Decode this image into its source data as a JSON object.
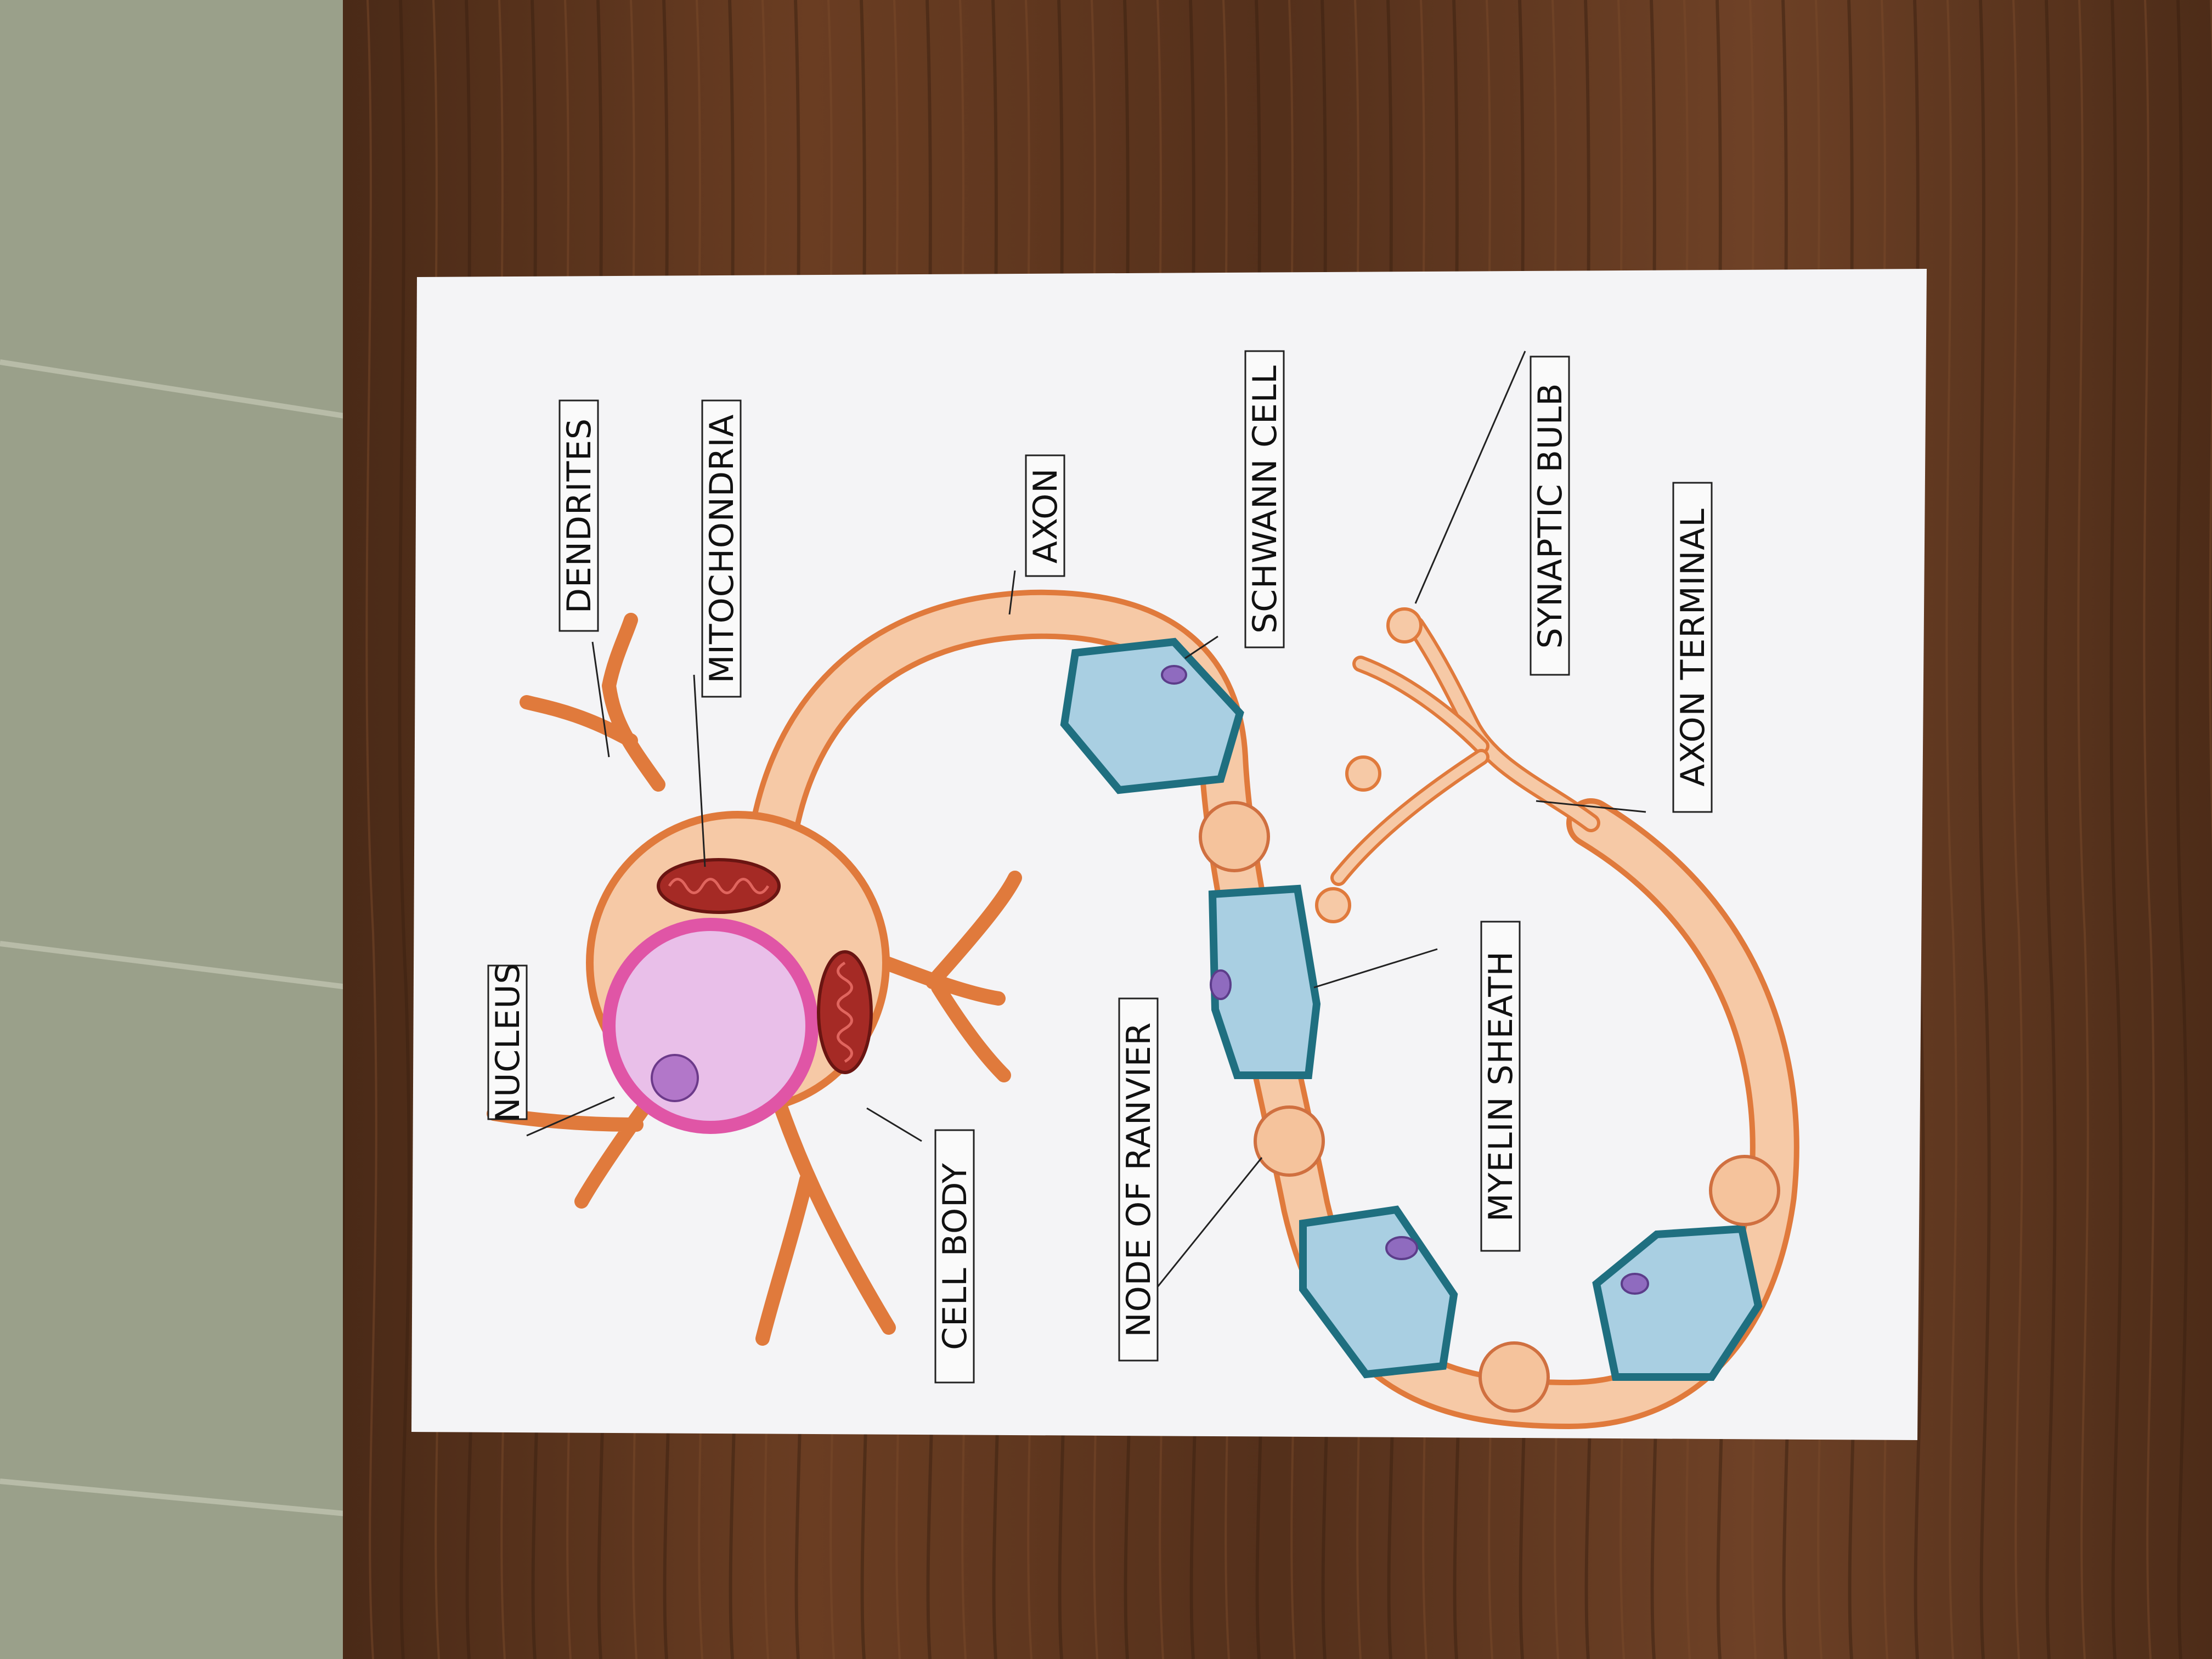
{
  "labels": {
    "nucleus": "NUCLEUS",
    "dendrites": "DENDRITES",
    "mitochondria": "MITOCHONDRIA",
    "axon": "AXON",
    "schwann_cell": "SCHWANN CELL",
    "synaptic_bulb": "SYNAPTIC BULB",
    "axon_terminal": "AXON TERMINAL",
    "myelin_sheath": "MYELIN SHEATH",
    "node_of_ranvier": "NODE OF RANVIER",
    "cell_body": "CELL BODY"
  },
  "colors": {
    "floor": "#9aa08a",
    "desk": "#5a3420",
    "paper": "#f4f4f6",
    "neuron_fill": "#f6c9a6",
    "neuron_outline": "#e07a3c",
    "nucleus_fill": "#e9bfe9",
    "nucleus_ring": "#e055a6",
    "mitochondria": "#a52a25",
    "schwann_fill": "#a9cfe2",
    "schwann_outline": "#1f6f80",
    "node_fill": "#f5c39c"
  }
}
